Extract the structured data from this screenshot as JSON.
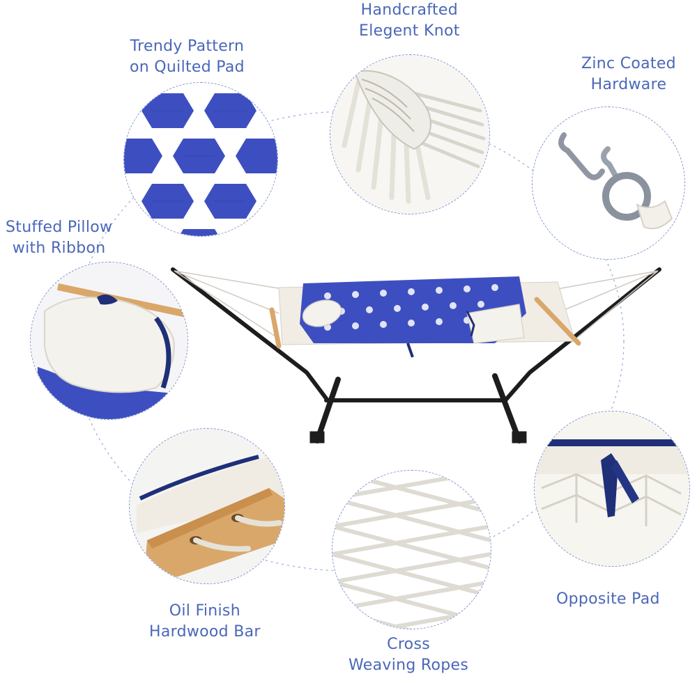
{
  "features": {
    "trendy_pattern": {
      "line1": "Trendy Pattern",
      "line2": "on Quilted Pad"
    },
    "elegent_knot": {
      "line1": "Handcrafted",
      "line2": "Elegent Knot"
    },
    "zinc_hardware": {
      "line1": "Zinc Coated",
      "line2": "Hardware"
    },
    "stuffed_pillow": {
      "line1": "Stuffed Pillow",
      "line2": "with Ribbon"
    },
    "hardwood_bar": {
      "line1": "Oil Finish",
      "line2": "Hardwood Bar"
    },
    "cross_ropes": {
      "line1": "Cross",
      "line2": "Weaving Ropes"
    },
    "opposite_pad": {
      "line1": "Opposite Pad"
    }
  },
  "colors": {
    "label_text": "#4a67b8",
    "dashed_ring": "#7f95cf",
    "pad_blue": "#3d4fc0",
    "navy_trim": "#1f2f78",
    "rope": "#e9e4da",
    "wood": "#d9a76a",
    "frame": "#1d1d1d"
  }
}
